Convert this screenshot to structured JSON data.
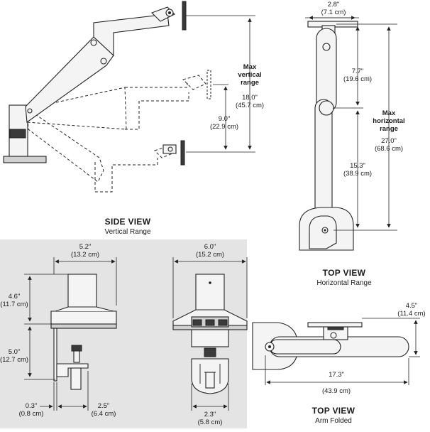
{
  "side_view": {
    "title": "SIDE VIEW",
    "subtitle": "Vertical Range",
    "max_label": [
      "Max",
      "vertical",
      "range"
    ],
    "max_in": "18.0\"",
    "max_cm": "(45.7 cm)",
    "mid_in": "9.0\"",
    "mid_cm": "(22.9 cm)"
  },
  "top_view_range": {
    "title": "TOP VIEW",
    "subtitle": "Horizontal Range",
    "plate_in": "2.8\"",
    "plate_cm": "(7.1 cm)",
    "upper_in": "7.7\"",
    "upper_cm": "(19.6 cm)",
    "lower_in": "15.3\"",
    "lower_cm": "(38.9 cm)",
    "max_label": [
      "Max",
      "horizontal",
      "range"
    ],
    "max_in": "27.0\"",
    "max_cm": "(68.6 cm)"
  },
  "base_side": {
    "width_in": "5.2\"",
    "width_cm": "(13.2 cm)",
    "upper_in": "4.6\"",
    "upper_cm": "(11.7 cm)",
    "lower_in": "5.0\"",
    "lower_cm": "(12.7 cm)",
    "gap_in": "0.3\"",
    "gap_cm": "(0.8 cm)",
    "clamp_in": "2.5\"",
    "clamp_cm": "(6.4 cm)"
  },
  "base_front": {
    "width_in": "6.0\"",
    "width_cm": "(15.2 cm)",
    "clamp_in": "2.3\"",
    "clamp_cm": "(5.8 cm)"
  },
  "top_view_folded": {
    "title": "TOP VIEW",
    "subtitle": "Arm Folded",
    "depth_in": "4.5\"",
    "depth_cm": "(11.4 cm)",
    "length_in": "17.3\"",
    "length_cm": "(43.9 cm)"
  },
  "colors": {
    "panel": "#e4e4e4",
    "line": "#222222"
  }
}
